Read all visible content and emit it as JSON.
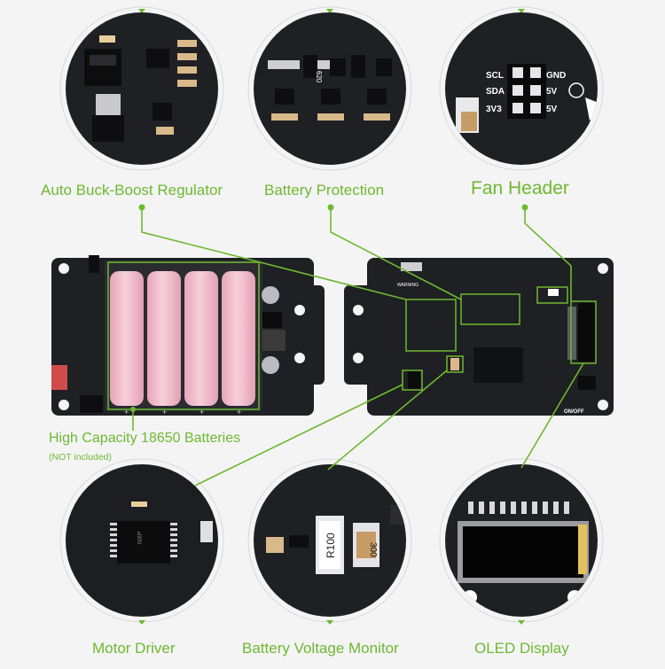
{
  "features": {
    "buck_boost": "Auto Buck-Boost Regulator",
    "battery_protection": "Battery Protection",
    "fan_header": "Fan Header",
    "batteries": "High Capacity 18650 Batteries",
    "batteries_note": "(NOT included)",
    "motor_driver": "Motor Driver",
    "voltage_monitor": "Battery Voltage Monitor",
    "oled": "OLED Display"
  },
  "board_text": {
    "fan_pins_left": [
      "SCL",
      "SDA",
      "3V3"
    ],
    "fan_pins_right": [
      "GND",
      "5V",
      "5V"
    ],
    "resistor_r100": "R100",
    "resistor_300": "300",
    "resistor_620": "620",
    "warning": "WARNING",
    "onoff": "ON/OFF",
    "battery_marks": [
      "+",
      "+",
      "+",
      "+"
    ],
    "chip_text": "NXP"
  },
  "colors": {
    "accent": "#6fb830",
    "pcb": "#1e2023",
    "battery": "#f2bfcf",
    "background": "#f4f4f5"
  }
}
